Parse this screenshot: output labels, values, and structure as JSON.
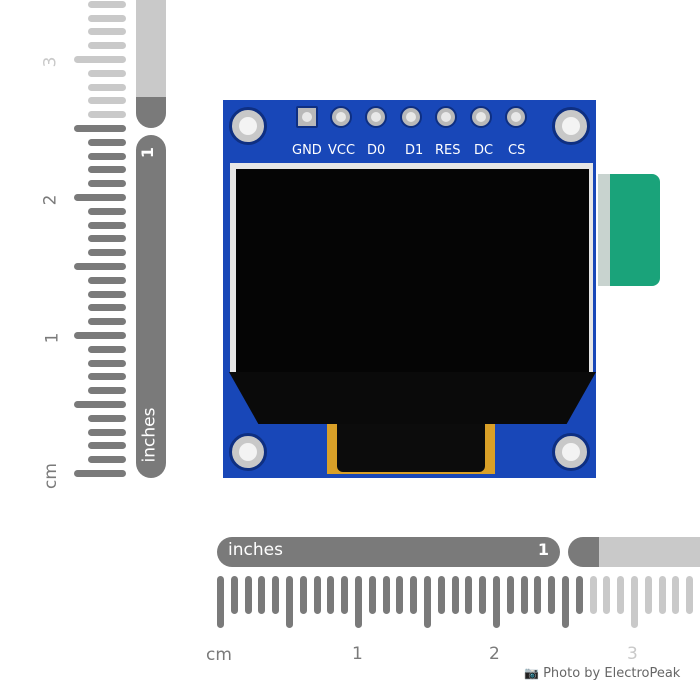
{
  "image": {
    "subject": "0.96 inch OLED display module (SPI, 7-pin) on blue PCB",
    "colors": {
      "pcb": "#1847b8",
      "screen": "#050505",
      "ribbon_tab": "#1aa37a",
      "ruler_dark": "#7a7a7a",
      "ruler_light": "#c9c9c9"
    }
  },
  "module": {
    "pin_labels": [
      "GND",
      "VCC",
      "D0",
      "D1",
      "RES",
      "DC",
      "CS"
    ]
  },
  "vertical_ruler": {
    "unit_cm": "cm",
    "cm_labels": [
      "1",
      "2",
      "3"
    ],
    "inch_bar_label": "inches",
    "inch_marker": "1"
  },
  "horizontal_ruler": {
    "unit_cm": "cm",
    "cm_labels": [
      "1",
      "2",
      "3"
    ],
    "inch_bar_label": "inches",
    "inch_marker": "1"
  },
  "credit": {
    "icon": "camera-icon",
    "text": "Photo by ElectroPeak"
  }
}
